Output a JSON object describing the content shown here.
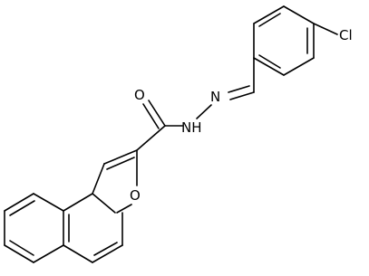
{
  "molecule": {
    "atoms": {
      "cl": "Cl",
      "carbonyl_o": "O",
      "amide_n": "NH",
      "imine_n": "N",
      "furan_o": "O"
    }
  }
}
